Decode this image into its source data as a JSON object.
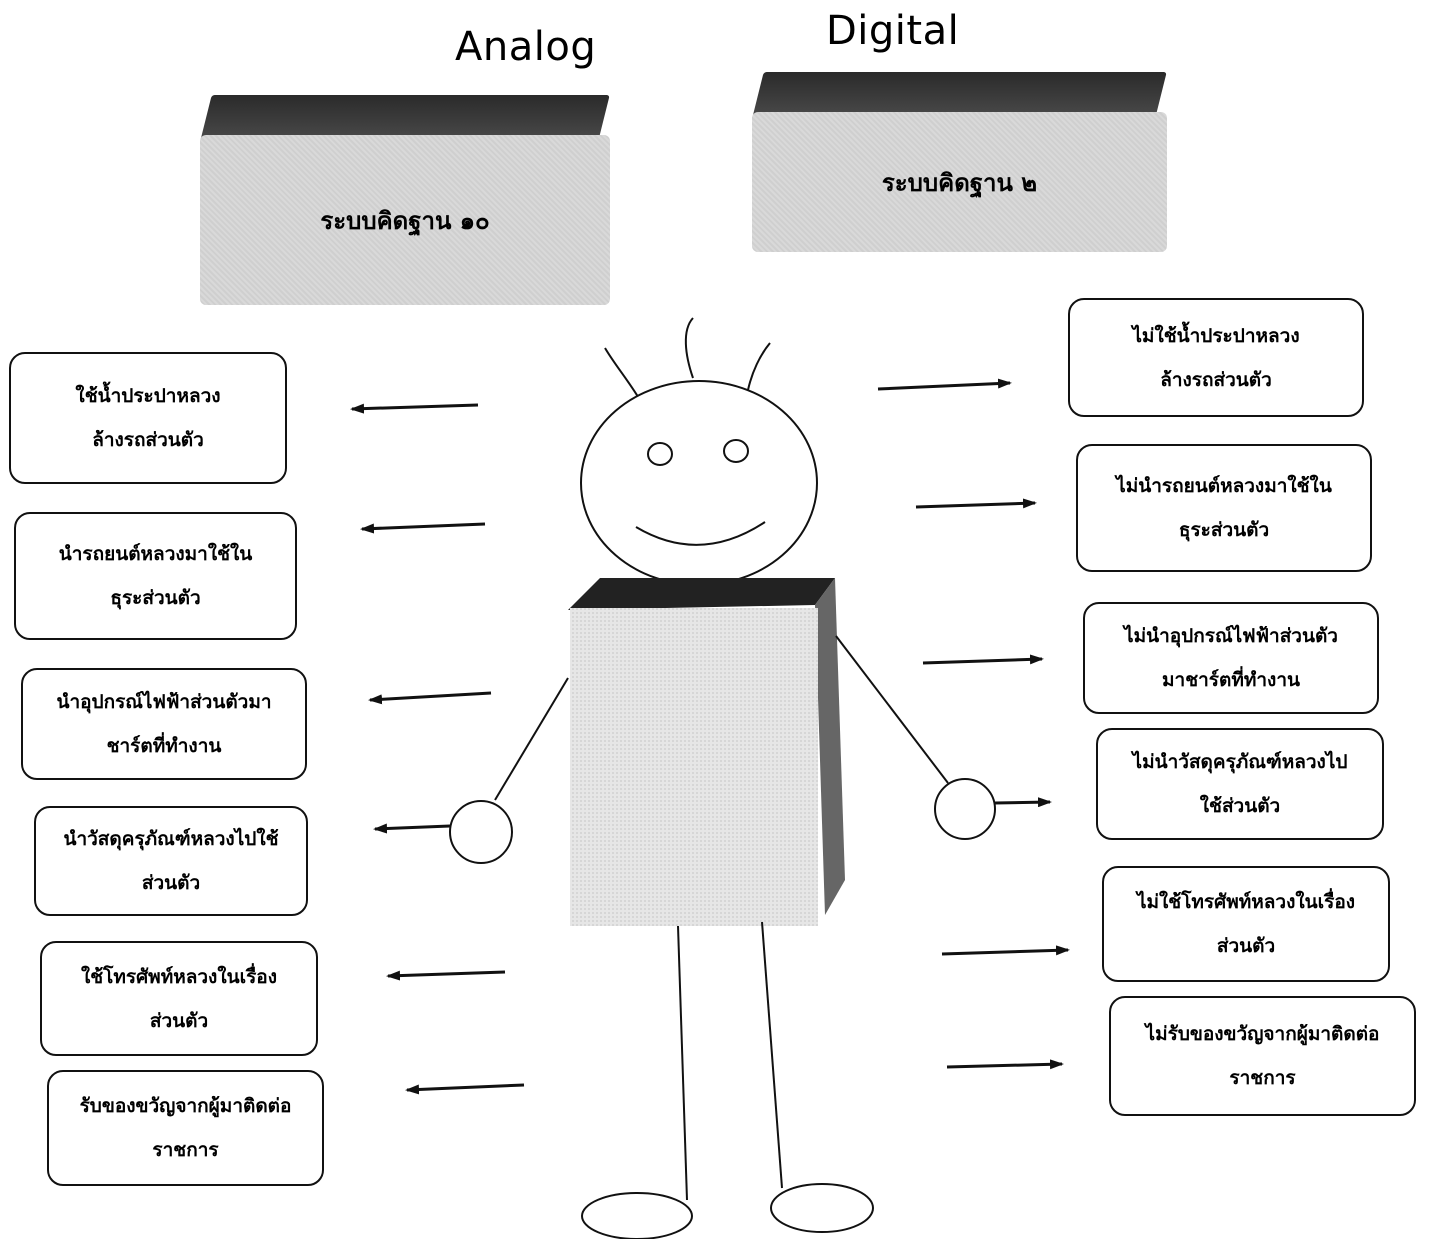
{
  "headings": {
    "analog": "Analog",
    "digital": "Digital"
  },
  "banners": {
    "base10": "ระบบคิดฐาน ๑๐",
    "base2": "ระบบคิดฐาน ๒"
  },
  "analog_items": [
    {
      "line1": "ใช้น้ำประปาหลวง",
      "line2": "ล้างรถส่วนตัว"
    },
    {
      "line1": "นำรถยนต์หลวงมาใช้ใน",
      "line2": "ธุระส่วนตัว"
    },
    {
      "line1": "นำอุปกรณ์ไฟฟ้าส่วนตัวมา",
      "line2": "ชาร์ตที่ทำงาน"
    },
    {
      "line1": "นำวัสดุครุภัณฑ์หลวงไปใช้",
      "line2": "ส่วนตัว"
    },
    {
      "line1": "ใช้โทรศัพท์หลวงในเรื่อง",
      "line2": "ส่วนตัว"
    },
    {
      "line1": "รับของขวัญจากผู้มาติดต่อ",
      "line2": "ราชการ"
    }
  ],
  "digital_items": [
    {
      "line1": "ไม่ใช้น้ำประปาหลวง",
      "line2": "ล้างรถส่วนตัว"
    },
    {
      "line1": "ไม่นำรถยนต์หลวงมาใช้ใน",
      "line2": "ธุระส่วนตัว"
    },
    {
      "line1": "ไม่นำอุปกรณ์ไฟฟ้าส่วนตัว",
      "line2": "มาชาร์ตที่ทำงาน"
    },
    {
      "line1": "ไม่นำวัสดุครุภัณฑ์หลวงไป",
      "line2": "ใช้ส่วนตัว"
    },
    {
      "line1": "ไม่ใช้โทรศัพท์หลวงในเรื่อง",
      "line2": "ส่วนตัว"
    },
    {
      "line1": "ไม่รับของขวัญจากผู้มาติดต่อ",
      "line2": "ราชการ"
    }
  ]
}
